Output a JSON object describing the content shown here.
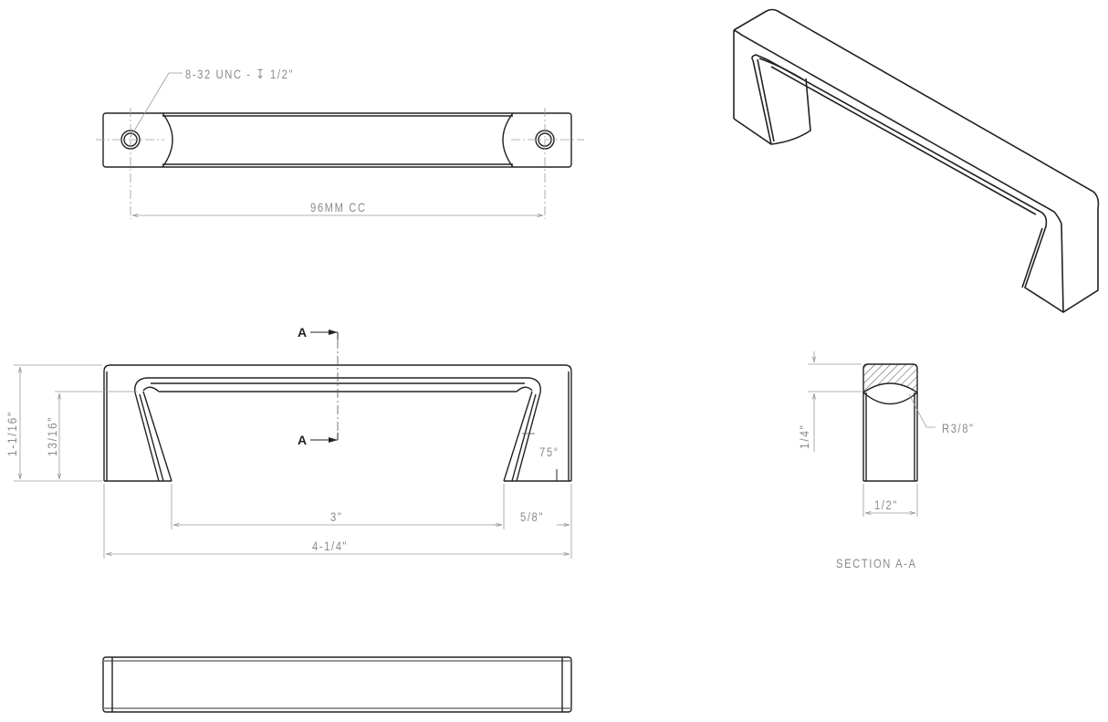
{
  "drawing": {
    "views": {
      "top_view": {
        "thread_callout": "8-32 UNC - ↧ 1/2\"",
        "center_to_center": "96MM CC"
      },
      "front_view": {
        "overall_height": "1-1/16\"",
        "inner_height": "13/16\"",
        "inner_span": "3\"",
        "leg_offset": "5/8\"",
        "overall_length": "4-1/4\"",
        "leg_angle": "75°",
        "section_marker_top": "A",
        "section_marker_bottom": "A"
      },
      "section_view": {
        "title": "SECTION  A-A",
        "radius": "R3/8\"",
        "height": "1/4\"",
        "width": "1/2\""
      },
      "bottom_view": {},
      "isometric_view": {}
    },
    "colors": {
      "line": "#222222",
      "dimension": "#9a9a9a",
      "background": "#ffffff"
    }
  }
}
